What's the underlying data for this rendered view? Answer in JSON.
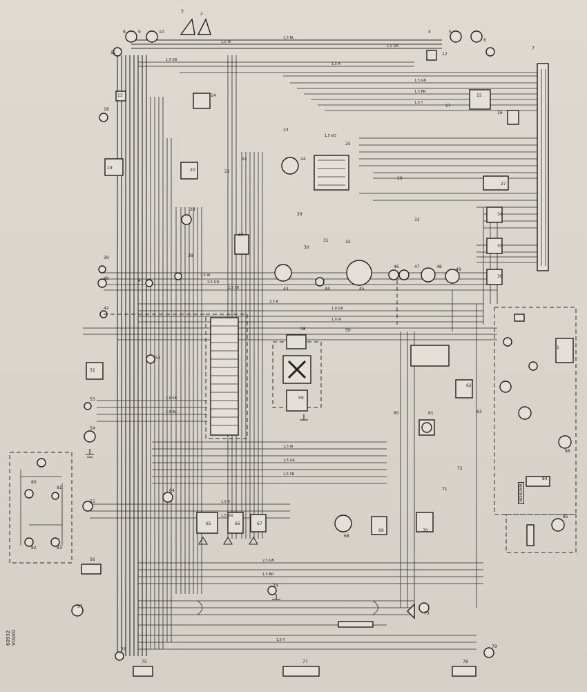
{
  "figure_code": "60932\nVOLVO",
  "regional_label": "NORDEN",
  "colors": {
    "paper": "#dcd8d0",
    "ink": "#2a2a2a"
  },
  "wire_labels": [
    "1,5 BL",
    "1,5 W",
    "1,5 GR",
    "1,5 SB",
    "1,5 R",
    "1,5 GN",
    "1,5 BR",
    "1,5 Y",
    "1,5 VO",
    "2,5 W",
    "2,5 GN",
    "2,5 SB",
    "2,5 R",
    "1,0 GR",
    "1,0 W",
    "1,0 SB",
    "1,5 BL",
    "1,5 W",
    "1,5 GR",
    "1,5 SB",
    "1,5 R",
    "1,5 GN",
    "2,5 GN",
    "1,5 BR",
    "1,5 Y"
  ],
  "component_numbers": [
    "1",
    "2",
    "3",
    "4",
    "5",
    "6",
    "7",
    "8",
    "9",
    "10",
    "11",
    "12",
    "13",
    "14",
    "15",
    "16",
    "17",
    "18",
    "19",
    "20",
    "21",
    "22",
    "23",
    "24",
    "25",
    "26",
    "27",
    "28",
    "29",
    "30",
    "31",
    "32",
    "33",
    "34",
    "35",
    "36",
    "37",
    "38",
    "39",
    "40",
    "41",
    "42",
    "43",
    "44",
    "45",
    "46",
    "47",
    "48",
    "49",
    "50",
    "51",
    "52",
    "53",
    "54",
    "55",
    "56",
    "57",
    "58",
    "59",
    "60",
    "61",
    "62",
    "63",
    "64",
    "65",
    "66",
    "67",
    "68",
    "69",
    "70",
    "71",
    "72",
    "73",
    "74",
    "75",
    "76",
    "77",
    "78",
    "79",
    "80",
    "81",
    "82",
    "83",
    "84",
    "85",
    "86"
  ]
}
